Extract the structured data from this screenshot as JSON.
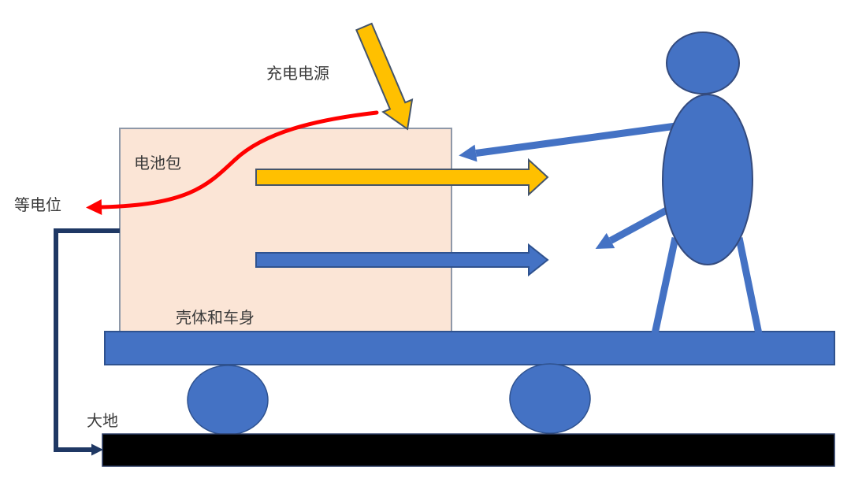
{
  "diagram": {
    "labels": {
      "charging_power": "充电电源",
      "battery_pack": "电池包",
      "equipotential": "等电位",
      "shell_and_body": "壳体和车身",
      "earth": "大地"
    },
    "colors": {
      "accent_blue": "#4472C4",
      "blue_outline": "#2F528F",
      "gold": "#FFC000",
      "block_arrow_outline": "#44546A",
      "red": "#FF0000",
      "navy": "#1F3864",
      "battery_box_fill": "#FBE5D6",
      "battery_box_border": "#8E98A8",
      "ground_black": "#000000"
    }
  }
}
